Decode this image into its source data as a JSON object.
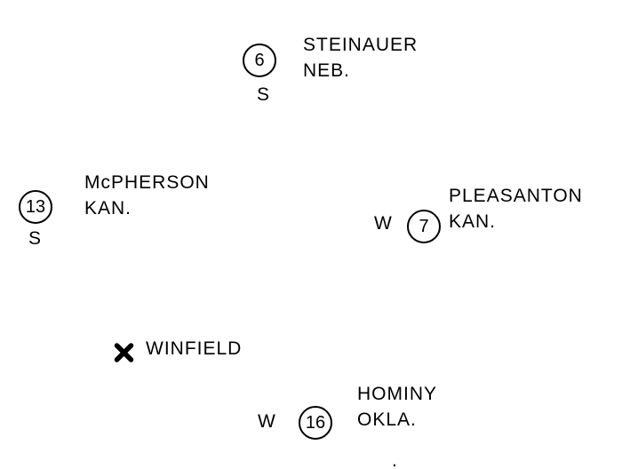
{
  "figure": {
    "background_color": "#ffffff",
    "ink_color": "#000000",
    "stations": [
      {
        "number": "6",
        "letter": "S",
        "name": "STEINAUER",
        "state": "NEB."
      },
      {
        "number": "13",
        "letter": "S",
        "name": "McPHERSON",
        "state": "KAN."
      },
      {
        "number": "7",
        "letter": "W",
        "name": "PLEASANTON",
        "state": "KAN."
      },
      {
        "number": "16",
        "letter": "W",
        "name": "HOMINY",
        "state": "OKLA."
      }
    ],
    "epicenter": {
      "symbol": "x-mark",
      "name": "WINFIELD"
    },
    "stray_mark": "."
  }
}
